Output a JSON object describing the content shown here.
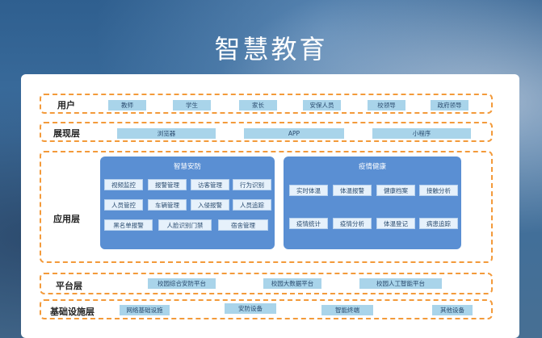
{
  "title": "智慧教育",
  "layers": {
    "users": {
      "label": "用户",
      "items": [
        "教师",
        "学生",
        "家长",
        "安保人员",
        "校领导",
        "政府领导"
      ]
    },
    "presentation": {
      "label": "展现层",
      "items": [
        "浏览器",
        "APP",
        "小程序"
      ]
    },
    "application": {
      "label": "应用层",
      "groups": [
        {
          "title": "智慧安防",
          "items": [
            "视频监控",
            "报警管理",
            "访客管理",
            "行为识别",
            "人员管控",
            "车辆管理",
            "入侵报警",
            "人员追踪",
            "黑名单报警",
            "人脸识别门禁",
            "宿舍管理"
          ]
        },
        {
          "title": "疫情健康",
          "items": [
            "实时体温",
            "体温报警",
            "健康档案",
            "接触分析",
            "疫情统计",
            "疫情分析",
            "体温登记",
            "病患追踪"
          ]
        }
      ]
    },
    "platform": {
      "label": "平台层",
      "items": [
        "校园综合安防平台",
        "校园大数据平台",
        "校园人工智能平台"
      ]
    },
    "infrastructure": {
      "label": "基础设施层",
      "items": [
        "网络基础设施",
        "安防设备",
        "智能终端",
        "其他设备"
      ]
    }
  },
  "colors": {
    "dash": "#f39a3a",
    "chip": "#a9d4ea",
    "group": "#5a8fd3",
    "group_chip": "#e6f1fb"
  }
}
